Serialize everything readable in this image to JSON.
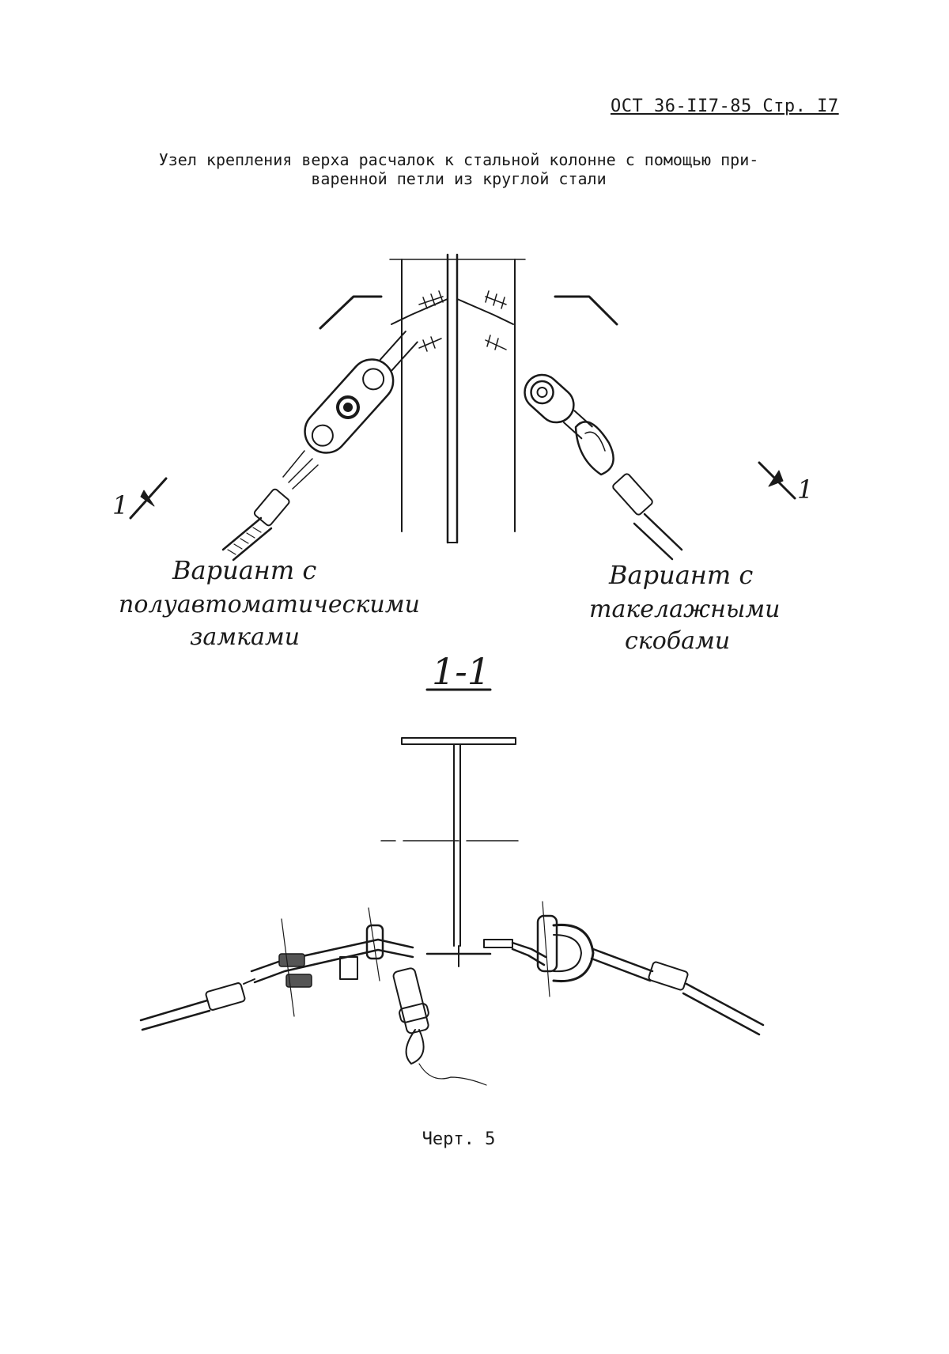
{
  "header": "ОСТ 36-II7-85  Стр. I7",
  "title": {
    "line1": "Узел крепления верха расчалок к стальной колонне с помощью при-",
    "line2": "варенной петли из круглой стали"
  },
  "labels": {
    "left_variant": [
      "Вариант с",
      "полуавтоматическими",
      "замками"
    ],
    "right_variant": [
      "Вариант с",
      "такелажными",
      "скобами"
    ],
    "section": "1-1",
    "section_mark_left": "1",
    "section_mark_right": "1"
  },
  "caption": "Черт. 5"
}
